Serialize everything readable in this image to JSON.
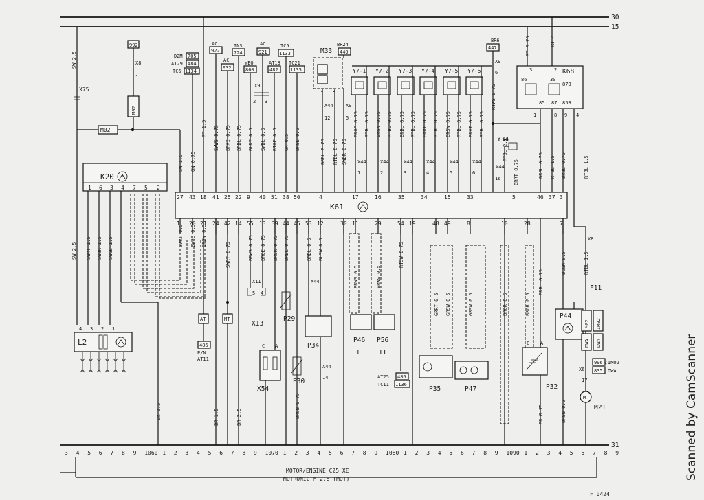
{
  "rails": {
    "top": "30",
    "second": "15",
    "ground": "31"
  },
  "left_wires": {
    "sw25": "SW 2.5",
    "x75": "X75",
    "m02_label": "M02",
    "m02_horiz": "M02",
    "sw25_b": "SW 2.5",
    "br25": "BR 2.5"
  },
  "relay_992": {
    "box": "992",
    "x8": "X8",
    "pin1": "1",
    "m02": "M02"
  },
  "refs": {
    "dzm": "DZM",
    "dzm_no": "705",
    "at29": "AT29",
    "at29_no": "484",
    "tc6": "TC6",
    "tc6_no": "1134",
    "ac1": "AC",
    "ac1_no": "922",
    "ac2": "AC",
    "ac2_no": "932",
    "ins": "INS",
    "ins_no": "724",
    "weo": "WEO",
    "weo_no": "860",
    "ac3": "AC",
    "ac3_no": "921",
    "at13": "AT13",
    "at13_no": "482",
    "tc5": "TC5",
    "tc5_no": "1133",
    "tc21": "TC21",
    "tc21_no": "1135",
    "br24": "BR24",
    "br24_no": "449",
    "br6": "BR6",
    "br6_no": "447",
    "at25": "AT25",
    "at25_no": "486",
    "tc11": "TC11",
    "tc11_no": "1136",
    "pn": "P/N",
    "at11": "AT11",
    "pn_no": "486",
    "imo2": "IMO2",
    "imo2_no": "996",
    "dwa": "DWA",
    "dwa_no": "835"
  },
  "k20": {
    "name": "K20",
    "pins": [
      "1",
      "6",
      "3",
      "4",
      "7",
      "5",
      "2"
    ]
  },
  "k61": {
    "name": "K61",
    "top_pins": [
      "27",
      "43",
      "18",
      "41",
      "25",
      "22",
      "9",
      "40",
      "51",
      "38",
      "50",
      "4",
      "17",
      "16",
      "35",
      "34",
      "15",
      "33",
      "5",
      "46",
      "37",
      "3"
    ],
    "bottom_pins": [
      "1",
      "20",
      "21",
      "24",
      "42",
      "14",
      "55",
      "13",
      "39",
      "44",
      "45",
      "53",
      "12",
      "30",
      "11",
      "29",
      "54",
      "19",
      "48",
      "49",
      "8",
      "10",
      "28",
      "7"
    ]
  },
  "upper_wires": [
    "SW 1.5",
    "GN 0.75",
    "RT 1.5",
    "SWWS 0.75",
    "BRVI 0.75",
    "BRBL 0.75",
    "BLRT 0.5",
    "SWBL 0.5",
    "RTGE 0.5",
    "GR 0.5",
    "BRGE 0.5",
    "BRBL 0.75",
    "RTBL 0.75",
    "SWBR 0.75",
    "BRGE 0.75",
    "RTBL 0.75",
    "BRGN 0.75",
    "RTBL 0.75",
    "BRBL 0.75",
    "RTBL 0.75",
    "BRRT 0.75",
    "RTBL 0.75",
    "BRSW 0.75",
    "RTBL 0.75",
    "BRVI 0.75",
    "RTBL 0.75",
    "RTWS 0.75",
    "RTBL 2.5",
    "BRRT 0.75",
    "BRBL 0.75",
    "RTBL 1.5",
    "BRBL 0.75",
    "RTBL 1.5"
  ],
  "m33": {
    "name": "M33",
    "pin1": "1",
    "pin2": "2",
    "x44": "X44",
    "x9": "X9",
    "n12": "12",
    "n5": "5"
  },
  "injectors": [
    "Y7-1",
    "Y7-2",
    "Y7-3",
    "Y7-4",
    "Y7-5",
    "Y7-6"
  ],
  "inj_x44": [
    "X44",
    "X44",
    "X44",
    "X44",
    "X44",
    "X44"
  ],
  "inj_nums": [
    "1",
    "2",
    "3",
    "4",
    "5",
    "6"
  ],
  "k68": {
    "name": "K68",
    "rt075": "RT 0.75",
    "rt4": "RT 4",
    "p3": "3",
    "p2": "2",
    "p86": "86",
    "p30": "30",
    "p87b": "87B",
    "p85": "85",
    "p87": "87",
    "p85b": "85B",
    "b1": "1",
    "b8": "8",
    "b9": "9",
    "b4": "4",
    "x9": "X9",
    "n6": "6"
  },
  "y34": {
    "name": "Y34",
    "x44": "X44",
    "n16": "16"
  },
  "lower_wires": [
    "SW 2.5",
    "SWRT 1.5",
    "SWBR 1.5",
    "SWGE 1.5",
    "SWRT 0.5",
    "SWGE 0.5",
    "GRSW 0.5",
    "SWRT 0.75",
    "BRWS 0.75",
    "BRGE 0.75",
    "BRGR 0.75",
    "BRBL 0.75",
    "BRBL 0.5",
    "BLSW 0.5",
    "BRGN 0.75",
    "BRWS 0.5",
    "BRWS 0.5",
    "RTSW 0.75",
    "GRRT 0.5",
    "GRSW 0.5",
    "GRSW 0.5",
    "BRGR 0.5",
    "BRGR 0.5",
    "BRBL 0.75",
    "BLGN 0.5",
    "RTBL 1.5"
  ],
  "components": {
    "l2": "L2",
    "x13": "X13",
    "x11": "X11",
    "p29": "P29",
    "p30": "P30",
    "p34": "P34",
    "x44a": "X44",
    "x44b": "X44",
    "n14": "14",
    "x54": "X54",
    "p46": "P46",
    "p56": "P56",
    "cyl1": "I",
    "cyl2": "II",
    "p35": "P35",
    "p47": "P47",
    "p32": "P32",
    "p44": "P44",
    "f11": "F11",
    "m21": "M21",
    "x8": "X8",
    "x6": "X6",
    "n17": "17",
    "n2": "2",
    "m02a": "M02",
    "m02b": "IM02",
    "dwa_a": "DWA",
    "dwa_b": "DWA",
    "at1": "AT",
    "mt1": "MT",
    "br15": "BR 1.5",
    "br25b": "BR 2.5",
    "brgn075": "BRGN 0.75",
    "brgn05": "BRGN 0.5",
    "br15b": "BR 1.5",
    "brgn05b": "BRGN 0.5",
    "br15c": "BR 1.5",
    "br075": "BR 0.75",
    "brsw05": "BRSW 0.5",
    "brgn075b": "BRGN 0.75"
  },
  "bottom": {
    "grid": [
      "3",
      "4",
      "5",
      "6",
      "7",
      "8",
      "9",
      "1060",
      "1",
      "2",
      "3",
      "4",
      "5",
      "6",
      "7",
      "8",
      "9",
      "1070",
      "1",
      "2",
      "3",
      "4",
      "5",
      "6",
      "7",
      "8",
      "9",
      "1080",
      "1",
      "2",
      "3",
      "4",
      "5",
      "6",
      "7",
      "8",
      "9",
      "1090",
      "1",
      "2",
      "3",
      "4",
      "5",
      "6",
      "7",
      "8",
      "9"
    ],
    "ground_marks": [
      "1",
      "3",
      "4",
      "2",
      "3",
      "10",
      "4",
      "4",
      "6"
    ],
    "title1": "MOTOR/ENGINE C25 XE",
    "title2": "MOTRONIC M 2.8 (MOT)",
    "page": "F 0424"
  },
  "watermark": "Scanned by CamScanner"
}
